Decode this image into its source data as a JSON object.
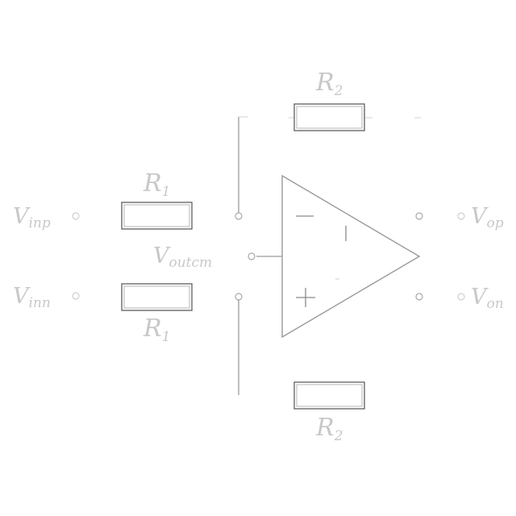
{
  "labels": {
    "r2_top": {
      "main": "R",
      "sub": "2"
    },
    "r1_top": {
      "main": "R",
      "sub": "1"
    },
    "r1_bottom": {
      "main": "R",
      "sub": "1"
    },
    "r2_bottom": {
      "main": "R",
      "sub": "2"
    },
    "vin_p": {
      "main": "V",
      "sub": "inp"
    },
    "vin_n": {
      "main": "V",
      "sub": "inn"
    },
    "vout_cm": {
      "main": "V",
      "sub": "outcm"
    },
    "vout_p": {
      "main": "V",
      "sub": "op"
    },
    "vout_n": {
      "main": "V",
      "sub": "on"
    }
  },
  "opamp": {
    "minus_sign": "−",
    "plus_sign": "+"
  }
}
